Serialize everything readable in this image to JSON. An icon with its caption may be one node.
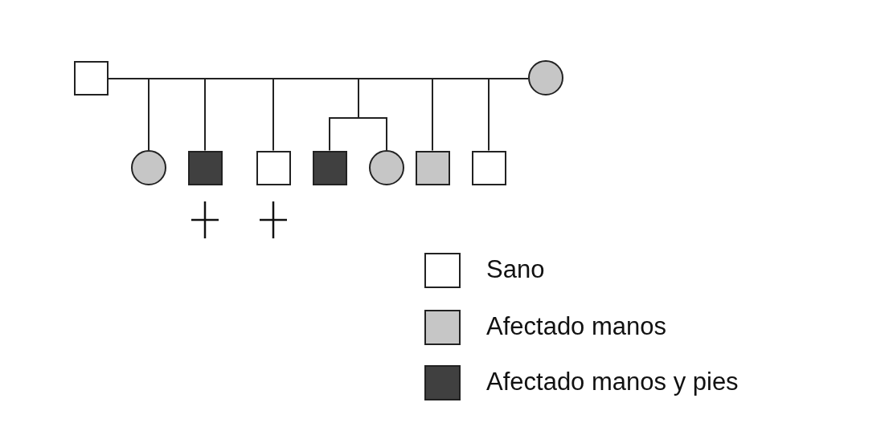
{
  "diagram": {
    "nodes": [
      {
        "text": [],
        "shape": "box"
      },
      {
        "text": [],
        "shape": "circle"
      },
      {
        "text": [],
        "shape": "circle"
      },
      {
        "text": [],
        "shape": "box"
      },
      {
        "text": [],
        "shape": "box"
      },
      {
        "text": [],
        "shape": "box"
      },
      {
        "text": [],
        "shape": "circle"
      },
      {
        "text": [],
        "shape": "box"
      },
      {
        "text": [],
        "shape": "box"
      }
    ],
    "edges": [
      {
        "from": 0,
        "to": 1,
        "arrow": "none"
      },
      {
        "from": null,
        "to": 2,
        "arrow": "none"
      },
      {
        "from": null,
        "to": 3,
        "arrow": "none"
      },
      {
        "from": null,
        "to": 4,
        "arrow": "none"
      },
      {
        "from": null,
        "to": 5,
        "arrow": "none"
      },
      {
        "from": null,
        "to": 6,
        "arrow": "none"
      },
      {
        "from": null,
        "to": 7,
        "arrow": "none"
      },
      {
        "from": null,
        "to": 8,
        "arrow": "none"
      }
    ],
    "legend": [
      {
        "text": "Sano",
        "color": "#ffffff"
      },
      {
        "text": "Afectado manos",
        "color": "#c6c6c6"
      },
      {
        "text": "Afectado manos y pies",
        "color": "#404040"
      }
    ]
  }
}
